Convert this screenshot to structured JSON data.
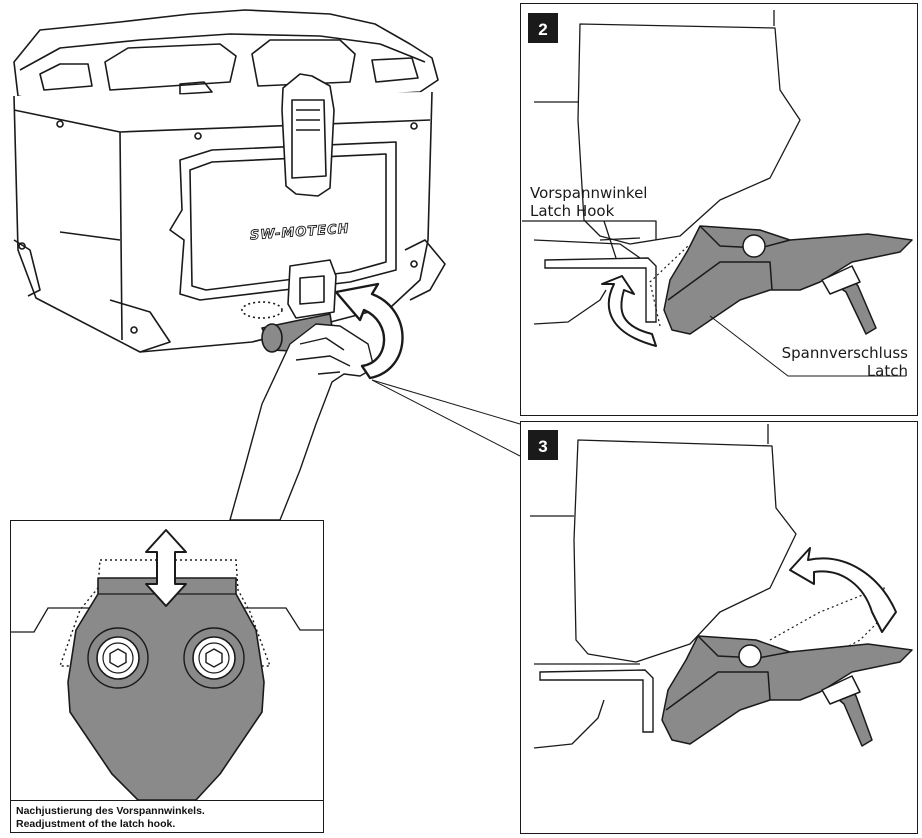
{
  "brand": "SW-MOTECH",
  "steps": [
    {
      "number": "2",
      "label_de": "Vorspannwinkel",
      "label_en": "Latch Hook",
      "label2_de": "Spannverschluss",
      "label2_en": "Latch"
    },
    {
      "number": "3"
    }
  ],
  "detail_caption": {
    "de": "Nachjustierung des Vorspannwinkels.",
    "en": "Readjustment of the latch hook."
  },
  "colors": {
    "line": "#1a1a1a",
    "part_gray": "#8a8a8a",
    "part_dark": "#6f6f6f",
    "badge": "#1a1a1a"
  },
  "icons": [
    "up-down-arrow-icon",
    "curved-arrow-icon",
    "hex-bolt-icon"
  ]
}
